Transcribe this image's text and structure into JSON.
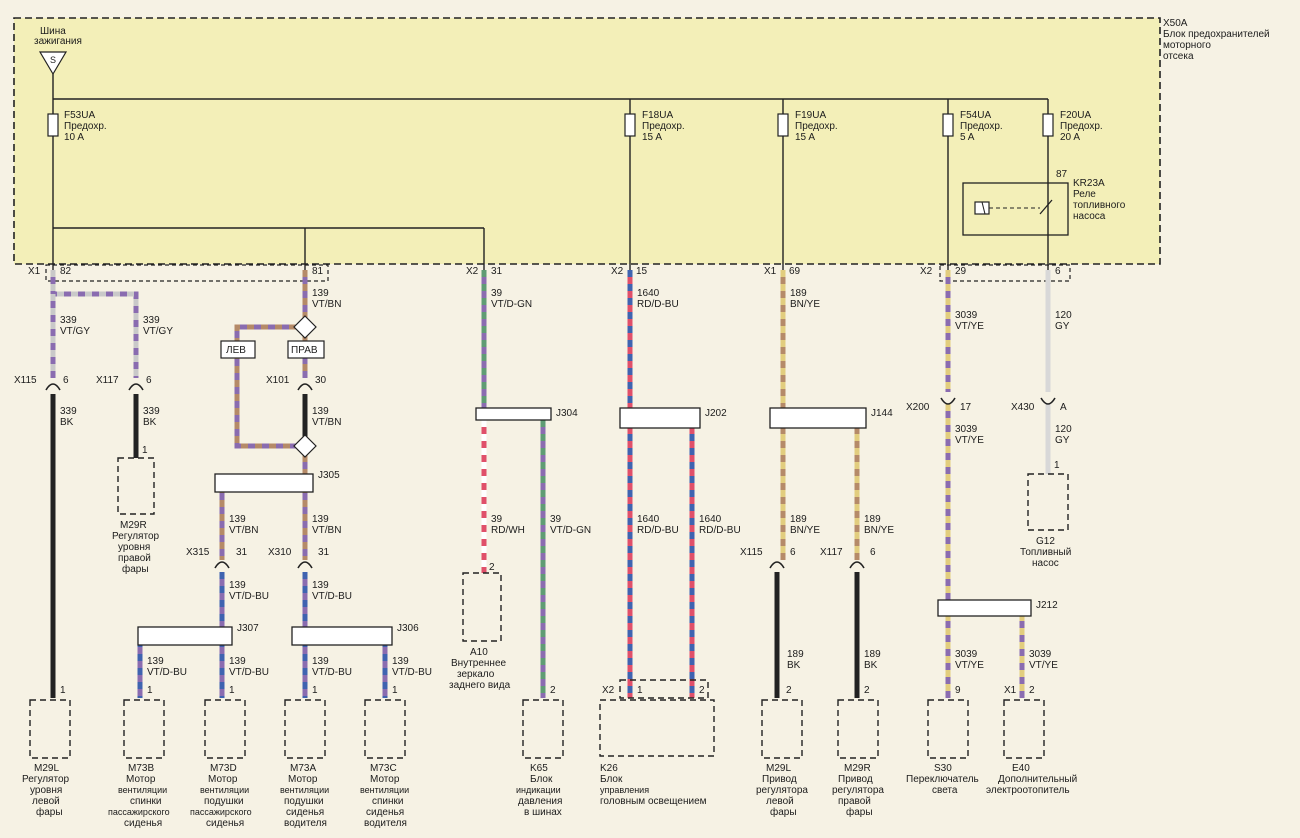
{
  "fuse_box": {
    "id": "X50A",
    "title_lines": [
      "Блок предохранителей",
      "моторного",
      "отсека"
    ]
  },
  "ignition_bus": {
    "lines": [
      "Шина",
      "зажигания"
    ],
    "symbol": "S"
  },
  "fuses": [
    {
      "id": "F53UA",
      "lines": [
        "Предохр.",
        "10 A"
      ]
    },
    {
      "id": "F18UA",
      "lines": [
        "Предохр.",
        "15 A"
      ]
    },
    {
      "id": "F19UA",
      "lines": [
        "Предохр.",
        "15 A"
      ]
    },
    {
      "id": "F54UA",
      "lines": [
        "Предохр.",
        "5 A"
      ]
    },
    {
      "id": "F20UA",
      "lines": [
        "Предохр.",
        "20 A"
      ]
    }
  ],
  "relay": {
    "id": "KR23A",
    "lines": [
      "Реле",
      "топливного",
      "насоса"
    ],
    "pin": "87"
  },
  "box_pins": [
    {
      "conn": "X1",
      "pin": "82"
    },
    {
      "conn": "",
      "pin": "81"
    },
    {
      "conn": "X2",
      "pin": "31"
    },
    {
      "conn": "X2",
      "pin": "15"
    },
    {
      "conn": "X1",
      "pin": "69"
    },
    {
      "conn": "X2",
      "pin": "29"
    },
    {
      "conn": "",
      "pin": "6"
    }
  ],
  "wires": [
    {
      "circuit": "339",
      "color": "VT/GY"
    },
    {
      "circuit": "339",
      "color": "VT/GY"
    },
    {
      "circuit": "339",
      "color": "BK"
    },
    {
      "circuit": "339",
      "color": "BK"
    },
    {
      "circuit": "139",
      "color": "VT/BN"
    },
    {
      "circuit": "139",
      "color": "VT/BN"
    },
    {
      "circuit": "139",
      "color": "VT/BN"
    },
    {
      "circuit": "139",
      "color": "VT/BN"
    },
    {
      "circuit": "139",
      "color": "VT/D-BU"
    },
    {
      "circuit": "139",
      "color": "VT/D-BU"
    },
    {
      "circuit": "139",
      "color": "VT/D-BU"
    },
    {
      "circuit": "139",
      "color": "VT/D-BU"
    },
    {
      "circuit": "139",
      "color": "VT/D-BU"
    },
    {
      "circuit": "139",
      "color": "VT/D-BU"
    },
    {
      "circuit": "39",
      "color": "VT/D-GN"
    },
    {
      "circuit": "39",
      "color": "RD/WH"
    },
    {
      "circuit": "39",
      "color": "VT/D-GN"
    },
    {
      "circuit": "1640",
      "color": "RD/D-BU"
    },
    {
      "circuit": "1640",
      "color": "RD/D-BU"
    },
    {
      "circuit": "1640",
      "color": "RD/D-BU"
    },
    {
      "circuit": "189",
      "color": "BN/YE"
    },
    {
      "circuit": "189",
      "color": "BN/YE"
    },
    {
      "circuit": "189",
      "color": "BN/YE"
    },
    {
      "circuit": "189",
      "color": "BK"
    },
    {
      "circuit": "189",
      "color": "BK"
    },
    {
      "circuit": "3039",
      "color": "VT/YE"
    },
    {
      "circuit": "3039",
      "color": "VT/YE"
    },
    {
      "circuit": "3039",
      "color": "VT/YE"
    },
    {
      "circuit": "3039",
      "color": "VT/YE"
    },
    {
      "circuit": "120",
      "color": "GY"
    },
    {
      "circuit": "120",
      "color": "GY"
    }
  ],
  "connectors": [
    {
      "id": "X115",
      "pin": "6"
    },
    {
      "id": "X117",
      "pin": "6"
    },
    {
      "id": "X101",
      "pin": "30"
    },
    {
      "id": "X315",
      "pin": "31"
    },
    {
      "id": "X310",
      "pin": "31"
    },
    {
      "id": "X115",
      "pin": "6"
    },
    {
      "id": "X117",
      "pin": "6"
    },
    {
      "id": "X200",
      "pin": "17"
    },
    {
      "id": "X430",
      "pin": "A"
    }
  ],
  "splices": [
    "J304",
    "J202",
    "J144",
    "J305",
    "J307",
    "J306",
    "J212"
  ],
  "tags": [
    "ЛЕВ",
    "ПРАВ"
  ],
  "pin_numbers": [
    "1",
    "1",
    "1",
    "1",
    "1",
    "1",
    "2",
    "2",
    "1",
    "2",
    "2",
    "2",
    "9",
    "2",
    "1"
  ],
  "component_connectors": [
    "X2",
    "X1"
  ],
  "components": [
    {
      "id": "M29R",
      "lines": [
        "Регулятор",
        "уровня",
        "правой",
        "фары"
      ]
    },
    {
      "id": "A10",
      "lines": [
        "Внутреннее",
        "зеркало",
        "заднего вида"
      ]
    },
    {
      "id": "G12",
      "lines": [
        "Топливный",
        "насос"
      ]
    },
    {
      "id": "M29L",
      "lines": [
        "Регулятор",
        "уровня",
        "левой",
        "фары"
      ]
    },
    {
      "id": "M73B",
      "lines": [
        "Мотор",
        "вентиляции",
        "спинки",
        "пассажирского",
        "сиденья"
      ]
    },
    {
      "id": "M73D",
      "lines": [
        "Мотор",
        "вентиляции",
        "подушки",
        "пассажирского",
        "сиденья"
      ]
    },
    {
      "id": "M73A",
      "lines": [
        "Мотор",
        "вентиляции",
        "подушки",
        "сиденья",
        "водителя"
      ]
    },
    {
      "id": "M73C",
      "lines": [
        "Мотор",
        "вентиляции",
        "спинки",
        "сиденья",
        "водителя"
      ]
    },
    {
      "id": "K65",
      "lines": [
        "Блок",
        "индикации",
        "давления",
        "в шинах"
      ]
    },
    {
      "id": "K26",
      "lines": [
        "Блок",
        "управления",
        "головным освещением"
      ]
    },
    {
      "id": "M29L",
      "lines": [
        "Привод",
        "регулятора",
        "левой",
        "фары"
      ]
    },
    {
      "id": "M29R",
      "lines": [
        "Привод",
        "регулятора",
        "правой",
        "фары"
      ]
    },
    {
      "id": "S30",
      "lines": [
        "Переключатель",
        "света"
      ]
    },
    {
      "id": "E40",
      "lines": [
        "Дополнительный",
        "электроотопитель"
      ]
    }
  ],
  "wire_colors": {
    "violet": "#8a6cb0",
    "gray": "#c9c9c9",
    "brown": "#b58a68",
    "blue": "#3f63b0",
    "green": "#5f9c74",
    "red": "#e0506a",
    "white": "#ffffff",
    "yellow": "#e2cd7e",
    "black": "#222222",
    "fuse_box_fill": "#f3efb8"
  }
}
